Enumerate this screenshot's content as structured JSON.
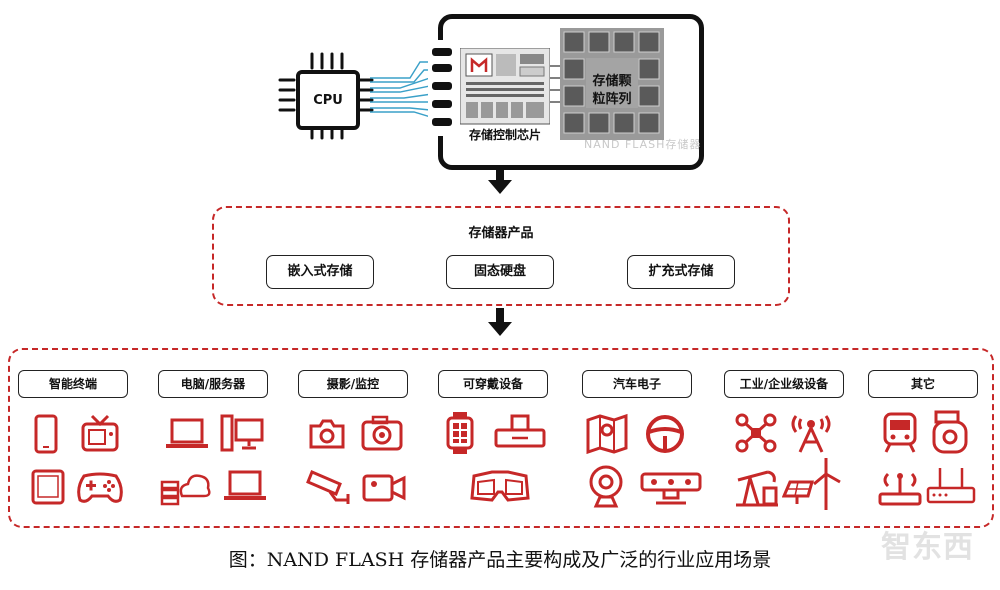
{
  "architecture": {
    "cpu_label": "CPU",
    "controller_label": "存储控制芯片",
    "array_label_line1": "存储颗",
    "array_label_line2": "粒阵列",
    "watermark": "NAND FLASH存储器"
  },
  "products": {
    "title": "存储器产品",
    "items": [
      "嵌入式存储",
      "固态硬盘",
      "扩充式存储"
    ]
  },
  "applications": {
    "categories": [
      {
        "label": "智能终端",
        "icons": [
          "smartphone-icon",
          "tv-icon",
          "tablet-icon",
          "gamepad-icon"
        ]
      },
      {
        "label": "电脑/服务器",
        "icons": [
          "laptop-icon",
          "desktop-icon",
          "cloud-server-icon",
          "notebook-icon"
        ]
      },
      {
        "label": "摄影/监控",
        "icons": [
          "camera-icon",
          "camera-alt-icon",
          "cctv-icon",
          "video-camera-icon"
        ]
      },
      {
        "label": "可穿戴设备",
        "icons": [
          "smartwatch-icon",
          "dock-icon",
          "vr-glasses-icon"
        ]
      },
      {
        "label": "汽车电子",
        "icons": [
          "map-icon",
          "steering-wheel-icon",
          "webcam-icon",
          "sensor-icon"
        ]
      },
      {
        "label": "工业/企业级设备",
        "icons": [
          "drone-icon",
          "antenna-tower-icon",
          "oil-pump-icon",
          "solar-wind-icon"
        ]
      },
      {
        "label": "其它",
        "icons": [
          "train-icon",
          "projector-icon",
          "router-icon",
          "set-top-box-icon"
        ]
      }
    ]
  },
  "caption": "图：NAND FLASH 存储器产品主要构成及广泛的行业应用场景",
  "brand_watermark": "智东西",
  "colors": {
    "accent": "#c62828",
    "dark": "#111111"
  }
}
